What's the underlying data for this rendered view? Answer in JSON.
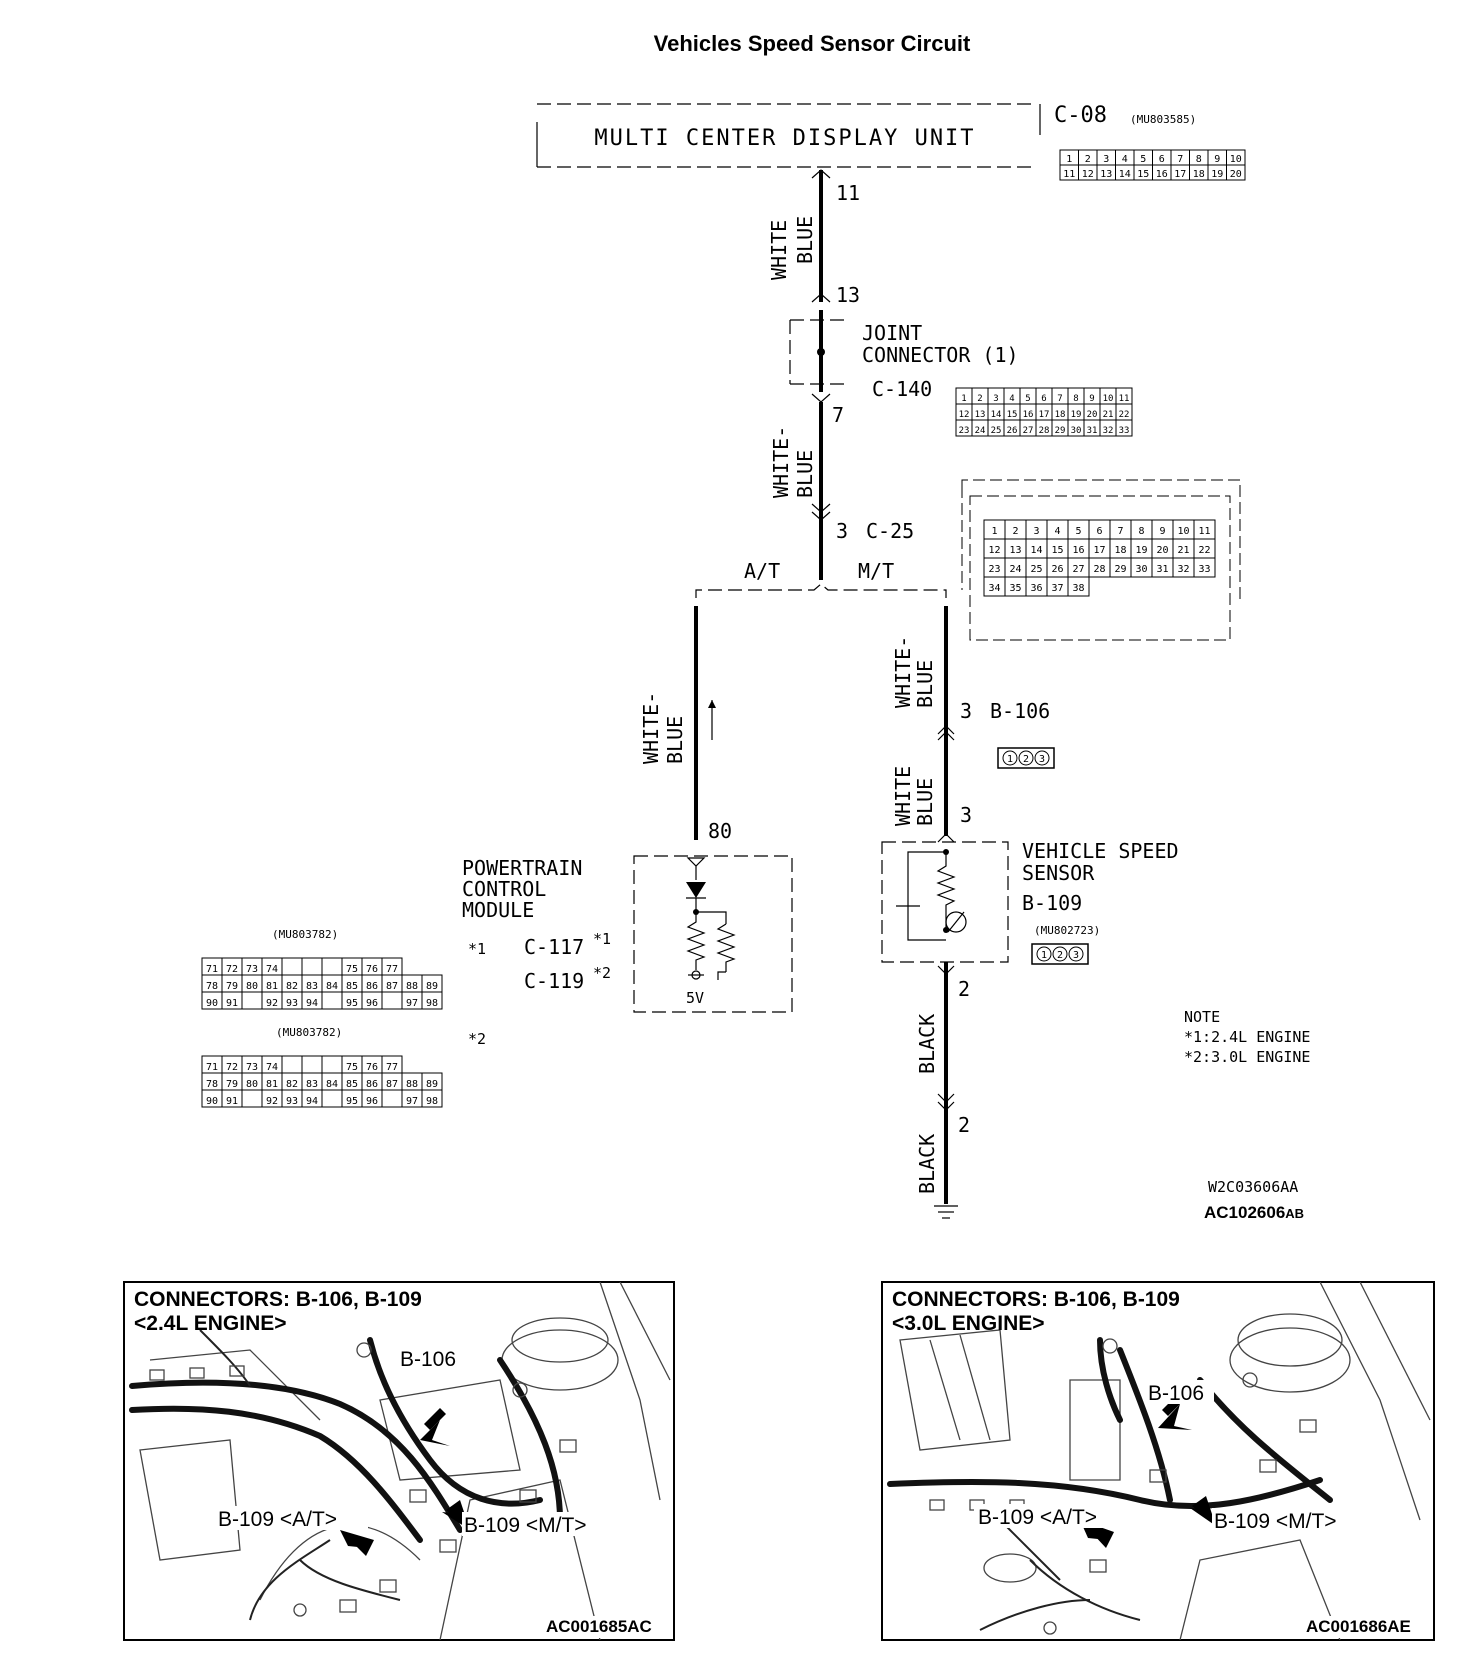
{
  "title": "Vehicles Speed Sensor Circuit",
  "display_unit": {
    "name": "MULTI CENTER DISPLAY UNIT",
    "connector": "C-08",
    "part_no": "(MU803585)",
    "pin": "11",
    "pins_row1": [
      "1",
      "2",
      "3",
      "4",
      "5",
      "6",
      "7",
      "8",
      "9",
      "10"
    ],
    "pins_row2": [
      "11",
      "12",
      "13",
      "14",
      "15",
      "16",
      "17",
      "18",
      "19",
      "20"
    ]
  },
  "wire_colors": {
    "white": "WHITE",
    "blue": "BLUE",
    "white_dash": "WHITE-",
    "black": "BLACK"
  },
  "joint_connector": {
    "line1": "JOINT",
    "line2": "CONNECTOR (1)",
    "connector": "C-140",
    "pin_in": "13",
    "pin_out": "7",
    "pins_row1": [
      "1",
      "2",
      "3",
      "4",
      "5",
      "6",
      "7",
      "8",
      "9",
      "10",
      "11"
    ],
    "pins_row2": [
      "12",
      "13",
      "14",
      "15",
      "16",
      "17",
      "18",
      "19",
      "20",
      "21",
      "22"
    ],
    "pins_row3": [
      "23",
      "24",
      "25",
      "26",
      "27",
      "28",
      "29",
      "30",
      "31",
      "32",
      "33"
    ]
  },
  "c25": {
    "pin": "3",
    "connector": "C-25",
    "branch_at": "A/T",
    "branch_mt": "M/T",
    "pins": [
      "1",
      "2",
      "3",
      "4",
      "5",
      "6",
      "7",
      "8",
      "9",
      "10",
      "11",
      "12",
      "13",
      "14",
      "15",
      "16",
      "17",
      "18",
      "19",
      "20",
      "21",
      "22",
      "23",
      "24",
      "25",
      "26",
      "27",
      "28",
      "29",
      "30",
      "31",
      "32",
      "33",
      "34",
      "35",
      "36",
      "37",
      "38"
    ]
  },
  "pcm": {
    "line1": "POWERTRAIN",
    "line2": "CONTROL",
    "line3": "MODULE",
    "pin": "80",
    "note1_mark": "*1",
    "note2_mark": "*2",
    "connector1": "C-117",
    "connector2": "C-119",
    "voltage": "5V",
    "part_no1": "(MU803782)",
    "part_no2": "(MU803782)",
    "pins_row1": [
      "71",
      "72",
      "73",
      "74",
      "",
      "",
      "",
      "75",
      "76",
      "77"
    ],
    "pins_row2": [
      "78",
      "79",
      "80",
      "81",
      "82",
      "83",
      "84",
      "85",
      "86",
      "87",
      "88",
      "89"
    ],
    "pins_row3": [
      "90",
      "91",
      "",
      "92",
      "93",
      "94",
      "",
      "95",
      "96",
      "",
      "97",
      "98"
    ]
  },
  "b106": {
    "pin": "3",
    "connector": "B-106",
    "pins": [
      "1",
      "2",
      "3"
    ]
  },
  "vss": {
    "line1": "VEHICLE SPEED",
    "line2": "SENSOR",
    "connector": "B-109",
    "part_no": "(MU802723)",
    "pin_signal": "3",
    "pin_ground": "2",
    "pin_lower": "2",
    "pins": [
      "1",
      "2",
      "3"
    ]
  },
  "notes": {
    "heading": "NOTE",
    "line1": "*1:2.4L ENGINE",
    "line2": "*2:3.0L ENGINE"
  },
  "codes": {
    "w_code": "W2C03606AA",
    "ac_main": "AC102606",
    "ac_main_suffix": "AB"
  },
  "photos": [
    {
      "title_line1": "CONNECTORS: B-106, B-109",
      "title_line2": "<2.4L ENGINE>",
      "label_b106": "B-106",
      "label_at": "B-109 <A/T>",
      "label_mt": "B-109 <M/T>",
      "code": "AC001685AC"
    },
    {
      "title_line1": "CONNECTORS: B-106, B-109",
      "title_line2": "<3.0L ENGINE>",
      "label_b106": "B-106",
      "label_at": "B-109 <A/T>",
      "label_mt": "B-109 <M/T>",
      "code": "AC001686AE"
    }
  ]
}
